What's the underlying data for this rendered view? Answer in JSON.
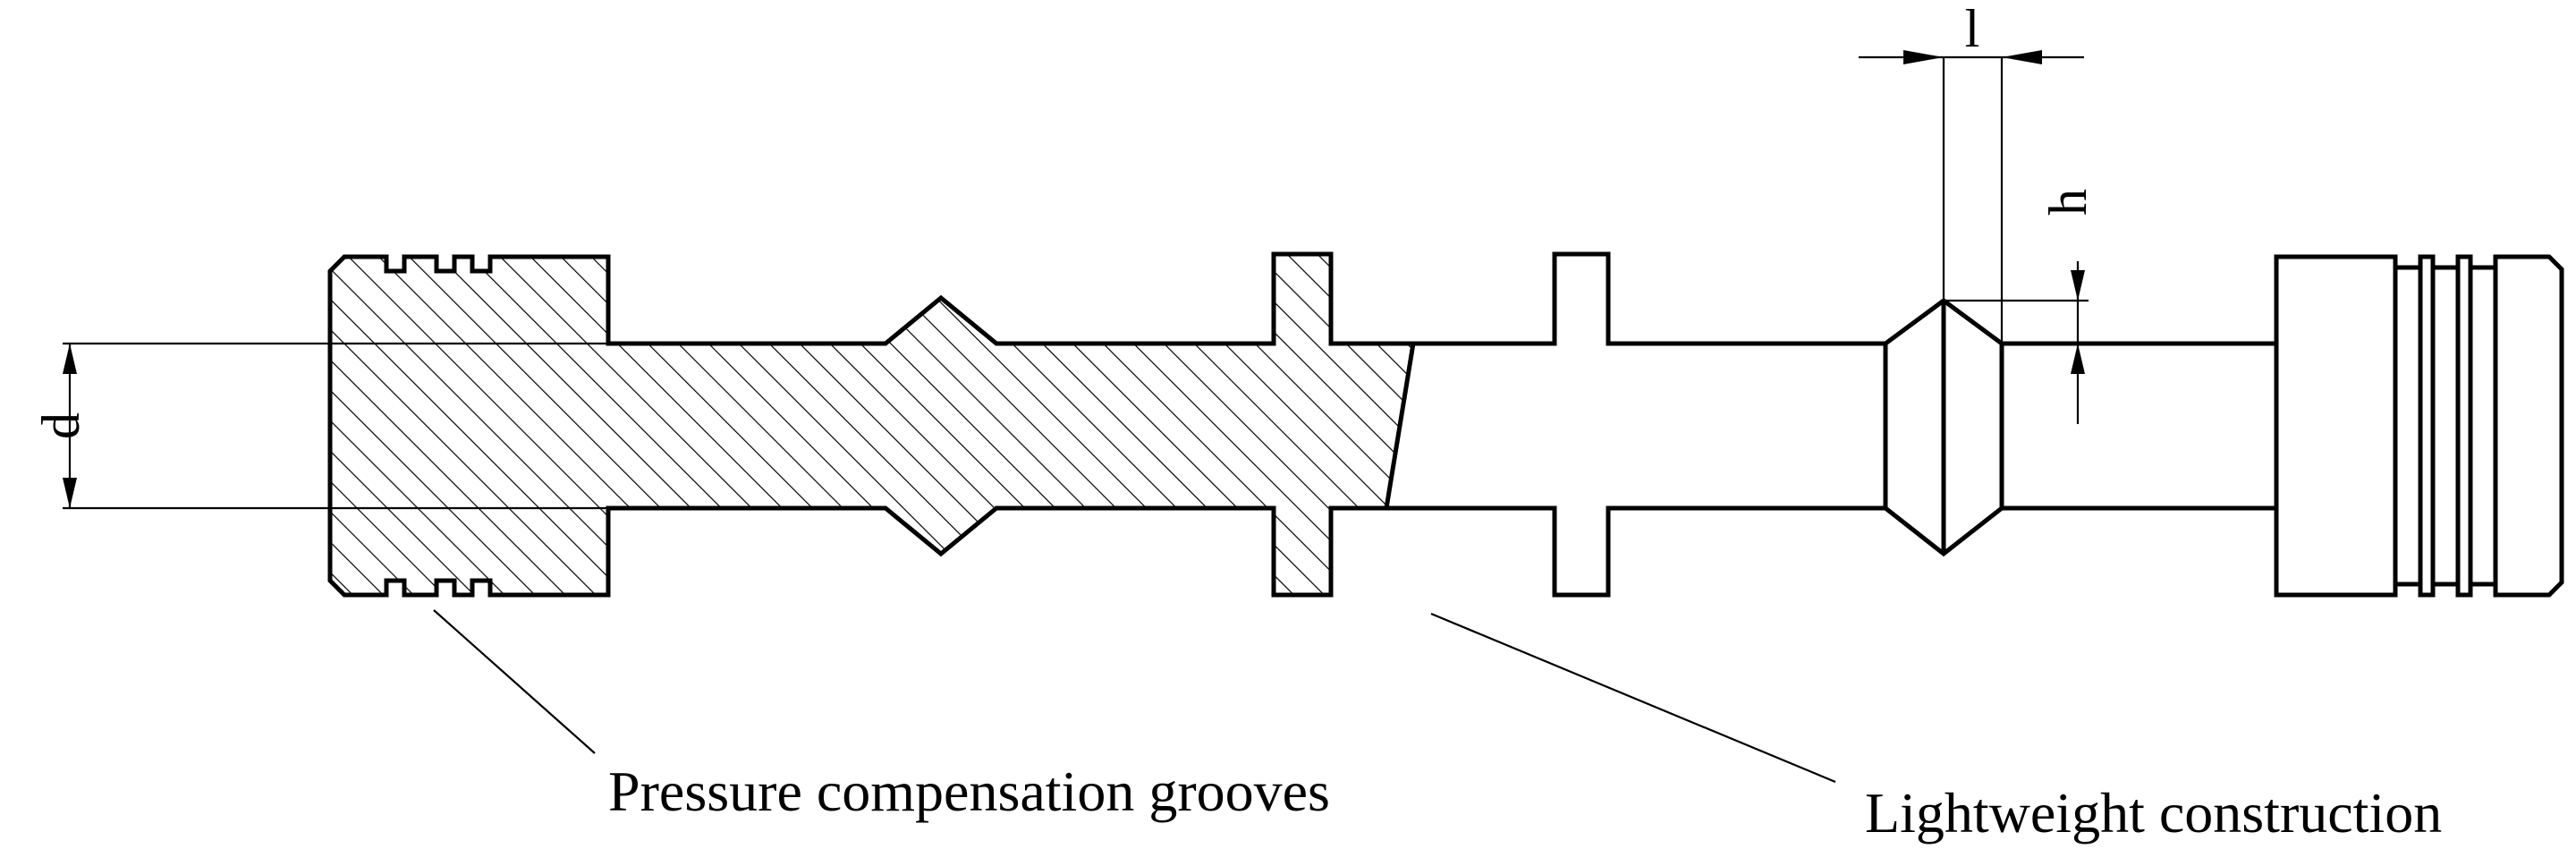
{
  "labels": {
    "grooves": "Pressure compensation grooves",
    "lightweight": "Lightweight construction"
  },
  "dimensions": {
    "d": "d",
    "l": "l",
    "h": "h"
  },
  "colors": {
    "ink": "#000000",
    "background": "#ffffff"
  }
}
